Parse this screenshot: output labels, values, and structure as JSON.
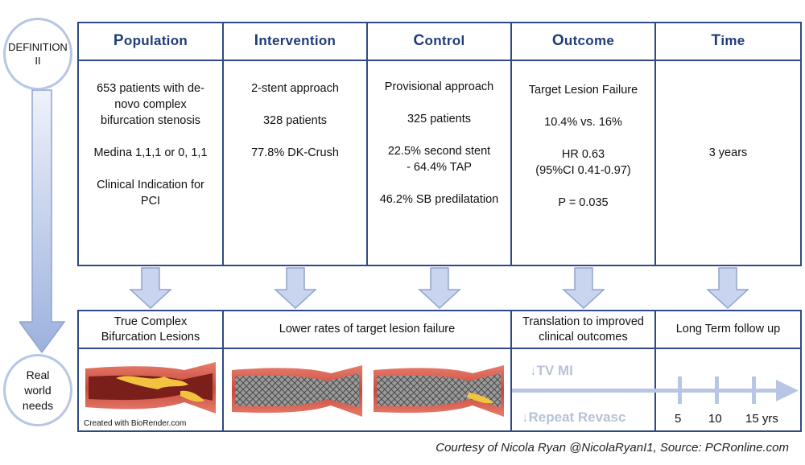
{
  "side": {
    "definition": "DEFINITION\nII",
    "real_world": "Real\nworld\nneeds"
  },
  "columns": [
    {
      "initial": "P",
      "rest": "opulation",
      "lines": [
        "653 patients with de-\nnovo complex\nbifurcation stenosis",
        "Medina 1,1,1 or 0, 1,1",
        "Clinical Indication for\nPCI"
      ]
    },
    {
      "initial": "I",
      "rest": "ntervention",
      "lines": [
        "2-stent approach",
        "328 patients",
        "77.8% DK-Crush"
      ]
    },
    {
      "initial": "C",
      "rest": "ontrol",
      "lines": [
        "Provisional approach",
        "325 patients",
        "22.5% second stent\n- 64.4% TAP",
        "46.2% SB predilatation"
      ]
    },
    {
      "initial": "O",
      "rest": "utcome",
      "lines": [
        "Target Lesion Failure",
        "10.4% vs. 16%",
        "HR 0.63\n(95%CI 0.41-0.97)",
        "P = 0.035"
      ]
    },
    {
      "initial": "T",
      "rest": "ime",
      "lines": [
        "3 years"
      ]
    }
  ],
  "needs": {
    "population": "True Complex\nBifurcation Lesions",
    "intervention_control": "Lower rates of target lesion failure",
    "outcome": "Translation to improved\nclinical outcomes",
    "time": "Long Term follow up"
  },
  "biorender": "Created with BioRender.com",
  "outcomes_visual": {
    "item1": "↓TV MI",
    "item2": "↓Repeat Revasc"
  },
  "timeline": {
    "ticks": [
      "5",
      "10",
      "15 yrs"
    ]
  },
  "footer": "Courtesy of Nicola Ryan @NicolaRyanI1, Source: PCRonline.com",
  "colors": {
    "border": "#2e4a86",
    "header_text": "#1f3c78",
    "ellipse_border": "#b7c6e4",
    "arrow_fill": "#c9d4ef",
    "arrow_stroke": "#8fa3d2",
    "timeline": "#b7c6e4"
  }
}
